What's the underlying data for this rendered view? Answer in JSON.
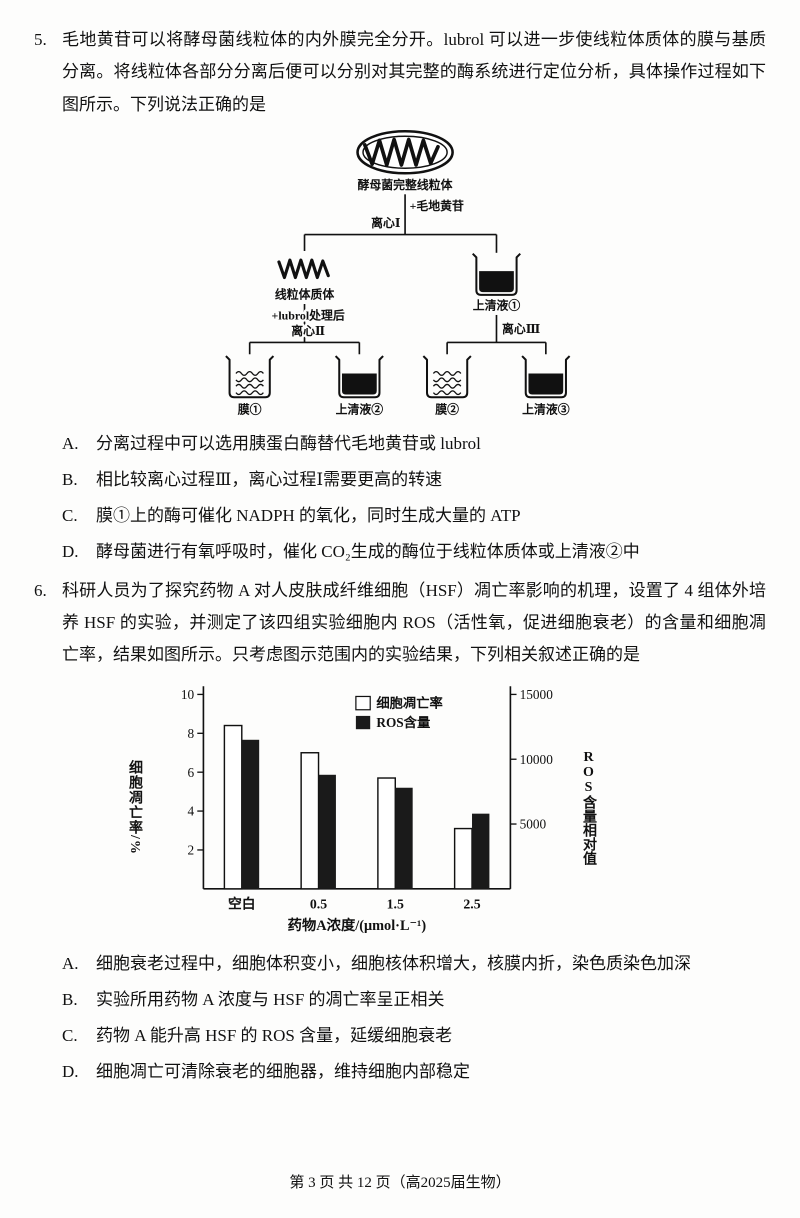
{
  "page": {
    "footer": "第 3 页 共 12 页（高2025届生物）"
  },
  "q5": {
    "number": "5.",
    "stem": "毛地黄苷可以将酵母菌线粒体的内外膜完全分开。lubrol 可以进一步使线粒体质体的膜与基质分离。将线粒体各部分分离后便可以分别对其完整的酶系统进行定位分析，具体操作过程如下图所示。下列说法正确的是",
    "diagram": {
      "whole_mito": "酵母菌完整线粒体",
      "reagent1": "+毛地黄苷",
      "centrifuge1": "离心Ⅰ",
      "matrix": "线粒体质体",
      "reagent2": "+lubrol处理后",
      "centrifuge2": "离心Ⅱ",
      "supernatant1": "上清液①",
      "centrifuge3": "离心Ⅲ",
      "membrane1": "膜①",
      "supernatant2": "上清液②",
      "membrane2": "膜②",
      "supernatant3": "上清液③"
    },
    "options": [
      {
        "label": "A.",
        "text": "分离过程中可以选用胰蛋白酶替代毛地黄苷或 lubrol"
      },
      {
        "label": "B.",
        "text": "相比较离心过程Ⅲ，离心过程Ⅰ需要更高的转速"
      },
      {
        "label": "C.",
        "text": "膜①上的酶可催化 NADPH 的氧化，同时生成大量的 ATP"
      },
      {
        "label": "D.",
        "text": "酵母菌进行有氧呼吸时，催化 CO₂生成的酶位于线粒体质体或上清液②中"
      }
    ]
  },
  "q6": {
    "number": "6.",
    "stem": "科研人员为了探究药物 A 对人皮肤成纤维细胞（HSF）凋亡率影响的机理，设置了 4 组体外培养 HSF 的实验，并测定了该四组实验细胞内 ROS（活性氧，促进细胞衰老）的含量和细胞凋亡率，结果如图所示。只考虑图示范围内的实验结果，下列相关叙述正确的是",
    "options": [
      {
        "label": "A.",
        "text": "细胞衰老过程中，细胞体积变小，细胞核体积增大，核膜内折，染色质染色加深"
      },
      {
        "label": "B.",
        "text": "实验所用药物 A 浓度与 HSF 的凋亡率呈正相关"
      },
      {
        "label": "C.",
        "text": "药物 A 能升高 HSF 的 ROS 含量，延缓细胞衰老"
      },
      {
        "label": "D.",
        "text": "细胞凋亡可清除衰老的细胞器，维持细胞内部稳定"
      }
    ]
  },
  "chart_data": {
    "type": "bar",
    "categories": [
      "空白",
      "0.5",
      "1.5",
      "2.5"
    ],
    "series": [
      {
        "name": "细胞凋亡率",
        "axis": "left",
        "values": [
          8.4,
          7.0,
          5.7,
          3.1
        ],
        "color": "#ffffff"
      },
      {
        "name": "ROS含量",
        "axis": "right",
        "values": [
          11500,
          8800,
          7800,
          5800
        ],
        "color": "#1a1a1a"
      }
    ],
    "xlabel": "药物A浓度/(μmol·L⁻¹)",
    "left_axis": {
      "label": "细胞凋亡率/%",
      "ticks": [
        2,
        4,
        6,
        8,
        10
      ],
      "min": 0,
      "max": 10
    },
    "right_axis": {
      "label": "ROS含量相对值",
      "ticks": [
        5000,
        10000,
        15000
      ],
      "min": 0,
      "max": 15000
    },
    "legend_position": "top-center",
    "grid": false
  }
}
